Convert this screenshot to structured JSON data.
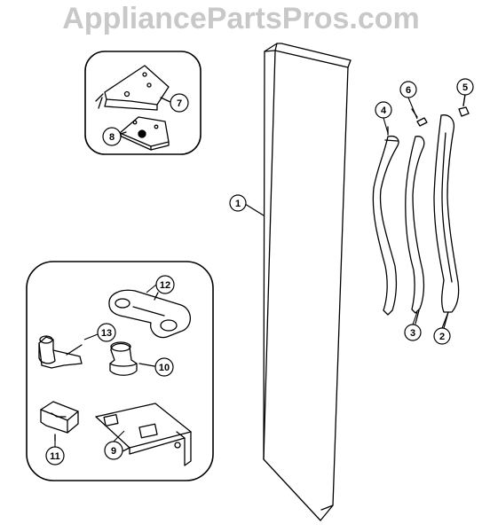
{
  "watermark": "AppliancePartsPros.com",
  "callouts": [
    {
      "id": "c1",
      "label": "1"
    },
    {
      "id": "c2",
      "label": "2"
    },
    {
      "id": "c3",
      "label": "3"
    },
    {
      "id": "c4",
      "label": "4"
    },
    {
      "id": "c5",
      "label": "5"
    },
    {
      "id": "c6",
      "label": "6"
    },
    {
      "id": "c7",
      "label": "7"
    },
    {
      "id": "c8",
      "label": "8"
    },
    {
      "id": "c9",
      "label": "9"
    },
    {
      "id": "c10",
      "label": "10"
    },
    {
      "id": "c11",
      "label": "11"
    },
    {
      "id": "c12",
      "label": "12"
    },
    {
      "id": "c13",
      "label": "13"
    }
  ],
  "colors": {
    "line": "#000000",
    "watermark": "#c8c8c8",
    "background": "#ffffff"
  }
}
